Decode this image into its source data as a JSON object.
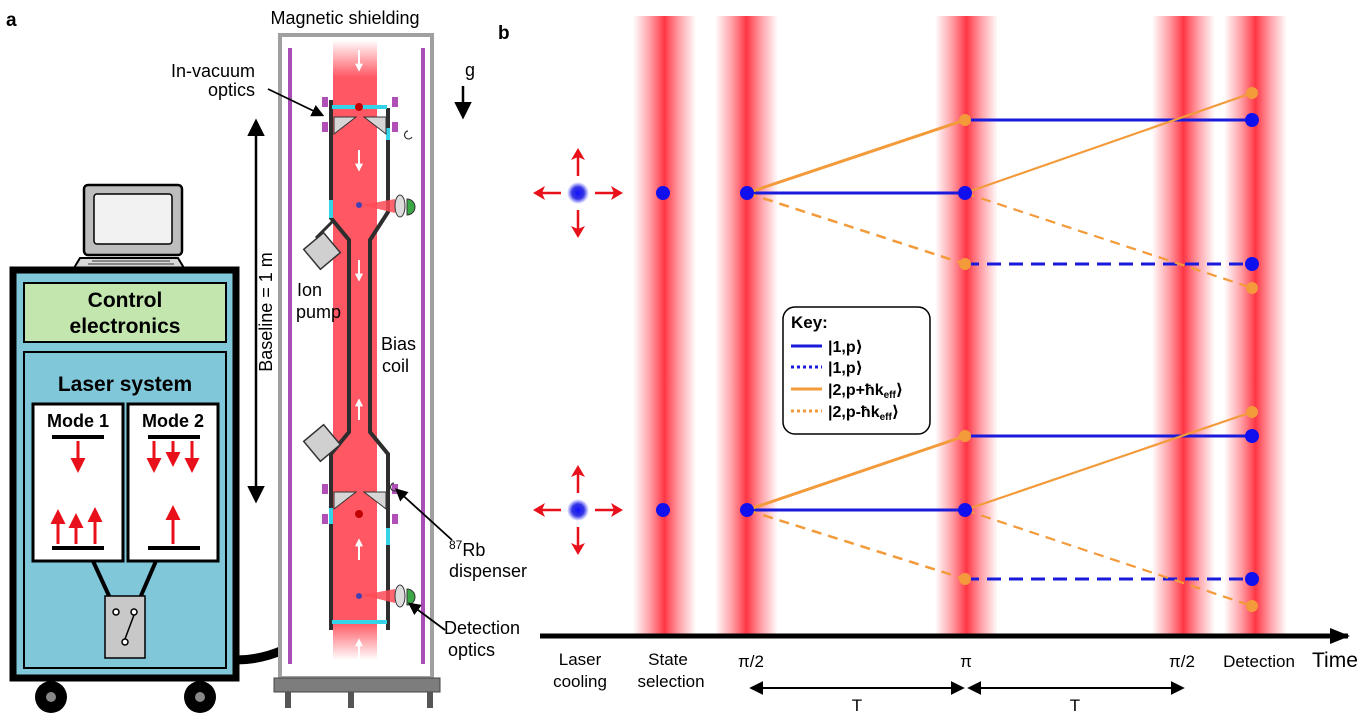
{
  "panel_a": {
    "label": "a",
    "magnetic_shielding": "Magnetic shielding",
    "in_vacuum_optics": [
      "In-vacuum",
      "optics"
    ],
    "gravity": "g",
    "baseline": "Baseline = 1 m",
    "ion_pump": [
      "Ion",
      "pump"
    ],
    "bias_coil": [
      "Bias",
      "coil"
    ],
    "rb_superscript": "87",
    "rb_symbol": "Rb",
    "dispenser": "dispenser",
    "detection_optics": [
      "Detection",
      "optics"
    ],
    "control_electronics": [
      "Control",
      "electronics"
    ],
    "laser_system": "Laser system",
    "mode1": "Mode 1",
    "mode2": "Mode 2"
  },
  "panel_b": {
    "label": "b",
    "time_axis": "Time",
    "stages": [
      {
        "lines": [
          "Laser",
          "cooling"
        ]
      },
      {
        "lines": [
          "State",
          "selection"
        ]
      },
      {
        "lines": [
          "π/2"
        ]
      },
      {
        "lines": [
          "π"
        ]
      },
      {
        "lines": [
          "π/2"
        ]
      },
      {
        "lines": [
          "Detection"
        ]
      }
    ],
    "interval_label": "T",
    "key": {
      "title": "Key:",
      "entries": [
        {
          "text": "|1,p⟩",
          "color": "#1a1adc",
          "style": "solid"
        },
        {
          "text": "|1,p⟩",
          "color": "#1a1adc",
          "style": "dotted"
        },
        {
          "text": "|2,p+ħk",
          "sub": "eff",
          "tail": "⟩",
          "color": "#f39a3a",
          "style": "solid"
        },
        {
          "text": "|2,p-ħk",
          "sub": "eff",
          "tail": "⟩",
          "color": "#f39a3a",
          "style": "dotted"
        }
      ]
    },
    "colors": {
      "state1": "#1a1adc",
      "state2": "#f39a3a",
      "beam": "#ff4a55",
      "trap_arrow": "#e8101a"
    }
  }
}
